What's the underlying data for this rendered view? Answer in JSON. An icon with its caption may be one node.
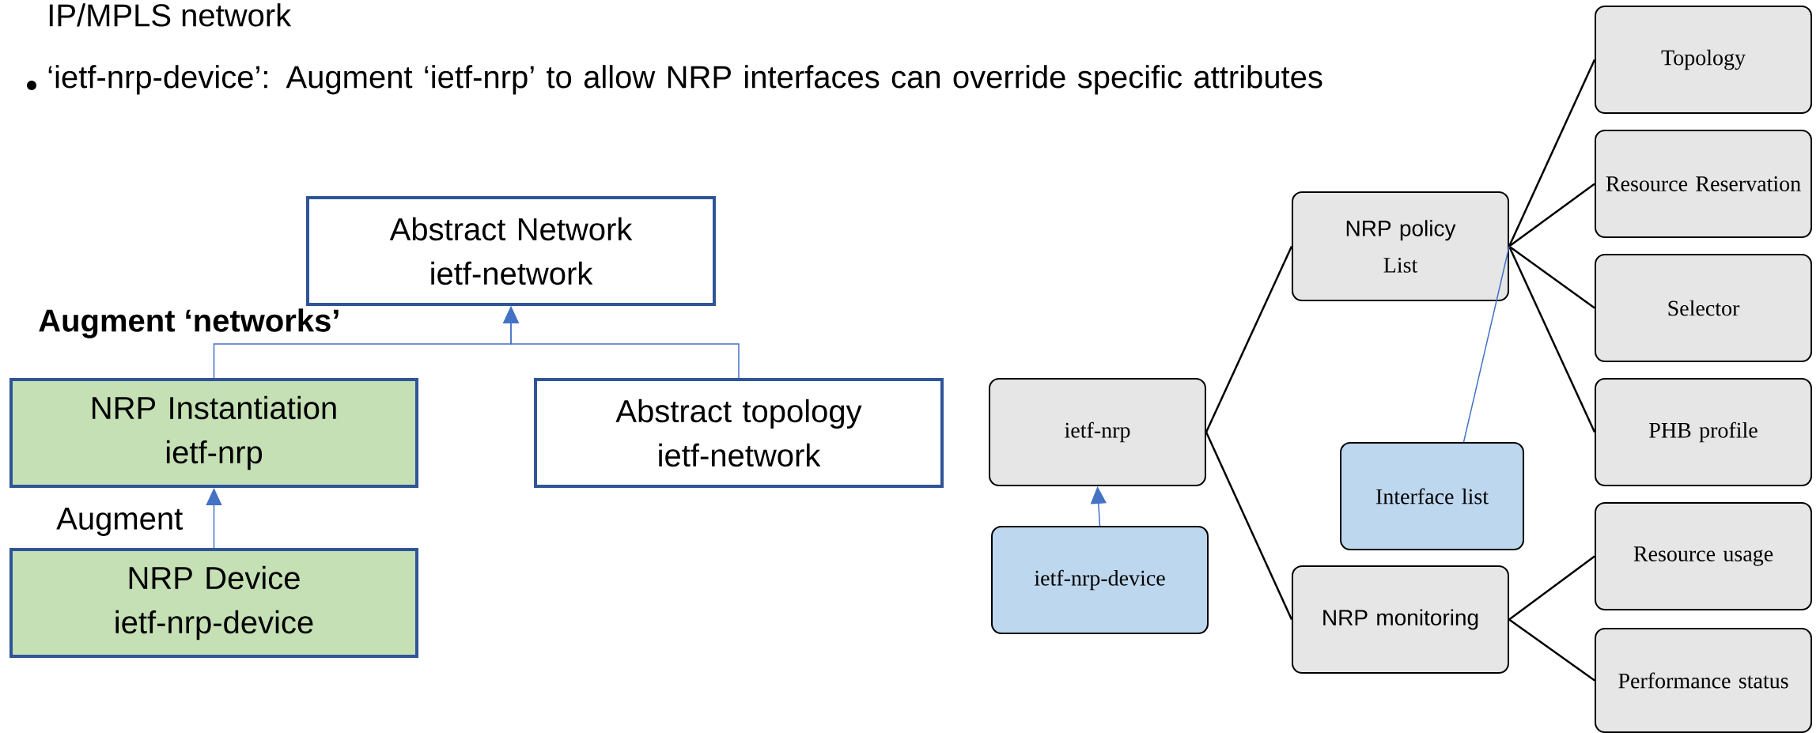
{
  "diagram": {
    "nodes": [
      {
        "text": [
          "Abstract Network",
          "ietf-network"
        ]
      },
      {
        "text": [
          "NRP Instantiation",
          "ietf-nrp"
        ]
      },
      {
        "text": [
          "Abstract topology",
          "ietf-network"
        ]
      },
      {
        "text": [
          "NRP Device",
          "ietf-nrp-device"
        ]
      },
      {
        "text": [
          "ietf-nrp"
        ]
      },
      {
        "text": [
          "ietf-nrp-device"
        ]
      },
      {
        "text": [
          "NRP policy",
          "List"
        ]
      },
      {
        "text": [
          "Interface list"
        ]
      },
      {
        "text": [
          "NRP monitoring"
        ]
      },
      {
        "text": [
          "Topology"
        ]
      },
      {
        "text": [
          "Resource Reservation"
        ]
      },
      {
        "text": [
          "Selector"
        ]
      },
      {
        "text": [
          "PHB profile"
        ]
      },
      {
        "text": [
          "Resource usage"
        ]
      },
      {
        "text": [
          "Performance status"
        ]
      }
    ],
    "edges": [
      {
        "from": 1,
        "to": 0,
        "arrow": "to",
        "color": "#4472c4",
        "label": "Augment ‘networks’"
      },
      {
        "from": 2,
        "to": 0,
        "arrow": "to",
        "color": "#4472c4"
      },
      {
        "from": 3,
        "to": 1,
        "arrow": "to",
        "color": "#4472c4",
        "label": "Augment"
      },
      {
        "from": 5,
        "to": 4,
        "arrow": "to",
        "color": "#4472c4"
      },
      {
        "from": 4,
        "to": 6,
        "arrow": "none"
      },
      {
        "from": 4,
        "to": 8,
        "arrow": "none"
      },
      {
        "from": 6,
        "to": 9,
        "arrow": "none"
      },
      {
        "from": 6,
        "to": 10,
        "arrow": "none"
      },
      {
        "from": 6,
        "to": 11,
        "arrow": "none"
      },
      {
        "from": 6,
        "to": 12,
        "arrow": "none"
      },
      {
        "from": 7,
        "to": 6,
        "arrow": "none",
        "color": "#4472c4"
      },
      {
        "from": 8,
        "to": 13,
        "arrow": "none"
      },
      {
        "from": 8,
        "to": 14,
        "arrow": "none"
      }
    ],
    "labels": [
      "IP/MPLS network",
      "‘ietf-nrp-device’: Augment ‘ietf-nrp’ to allow NRP interfaces can override specific attributes"
    ]
  }
}
